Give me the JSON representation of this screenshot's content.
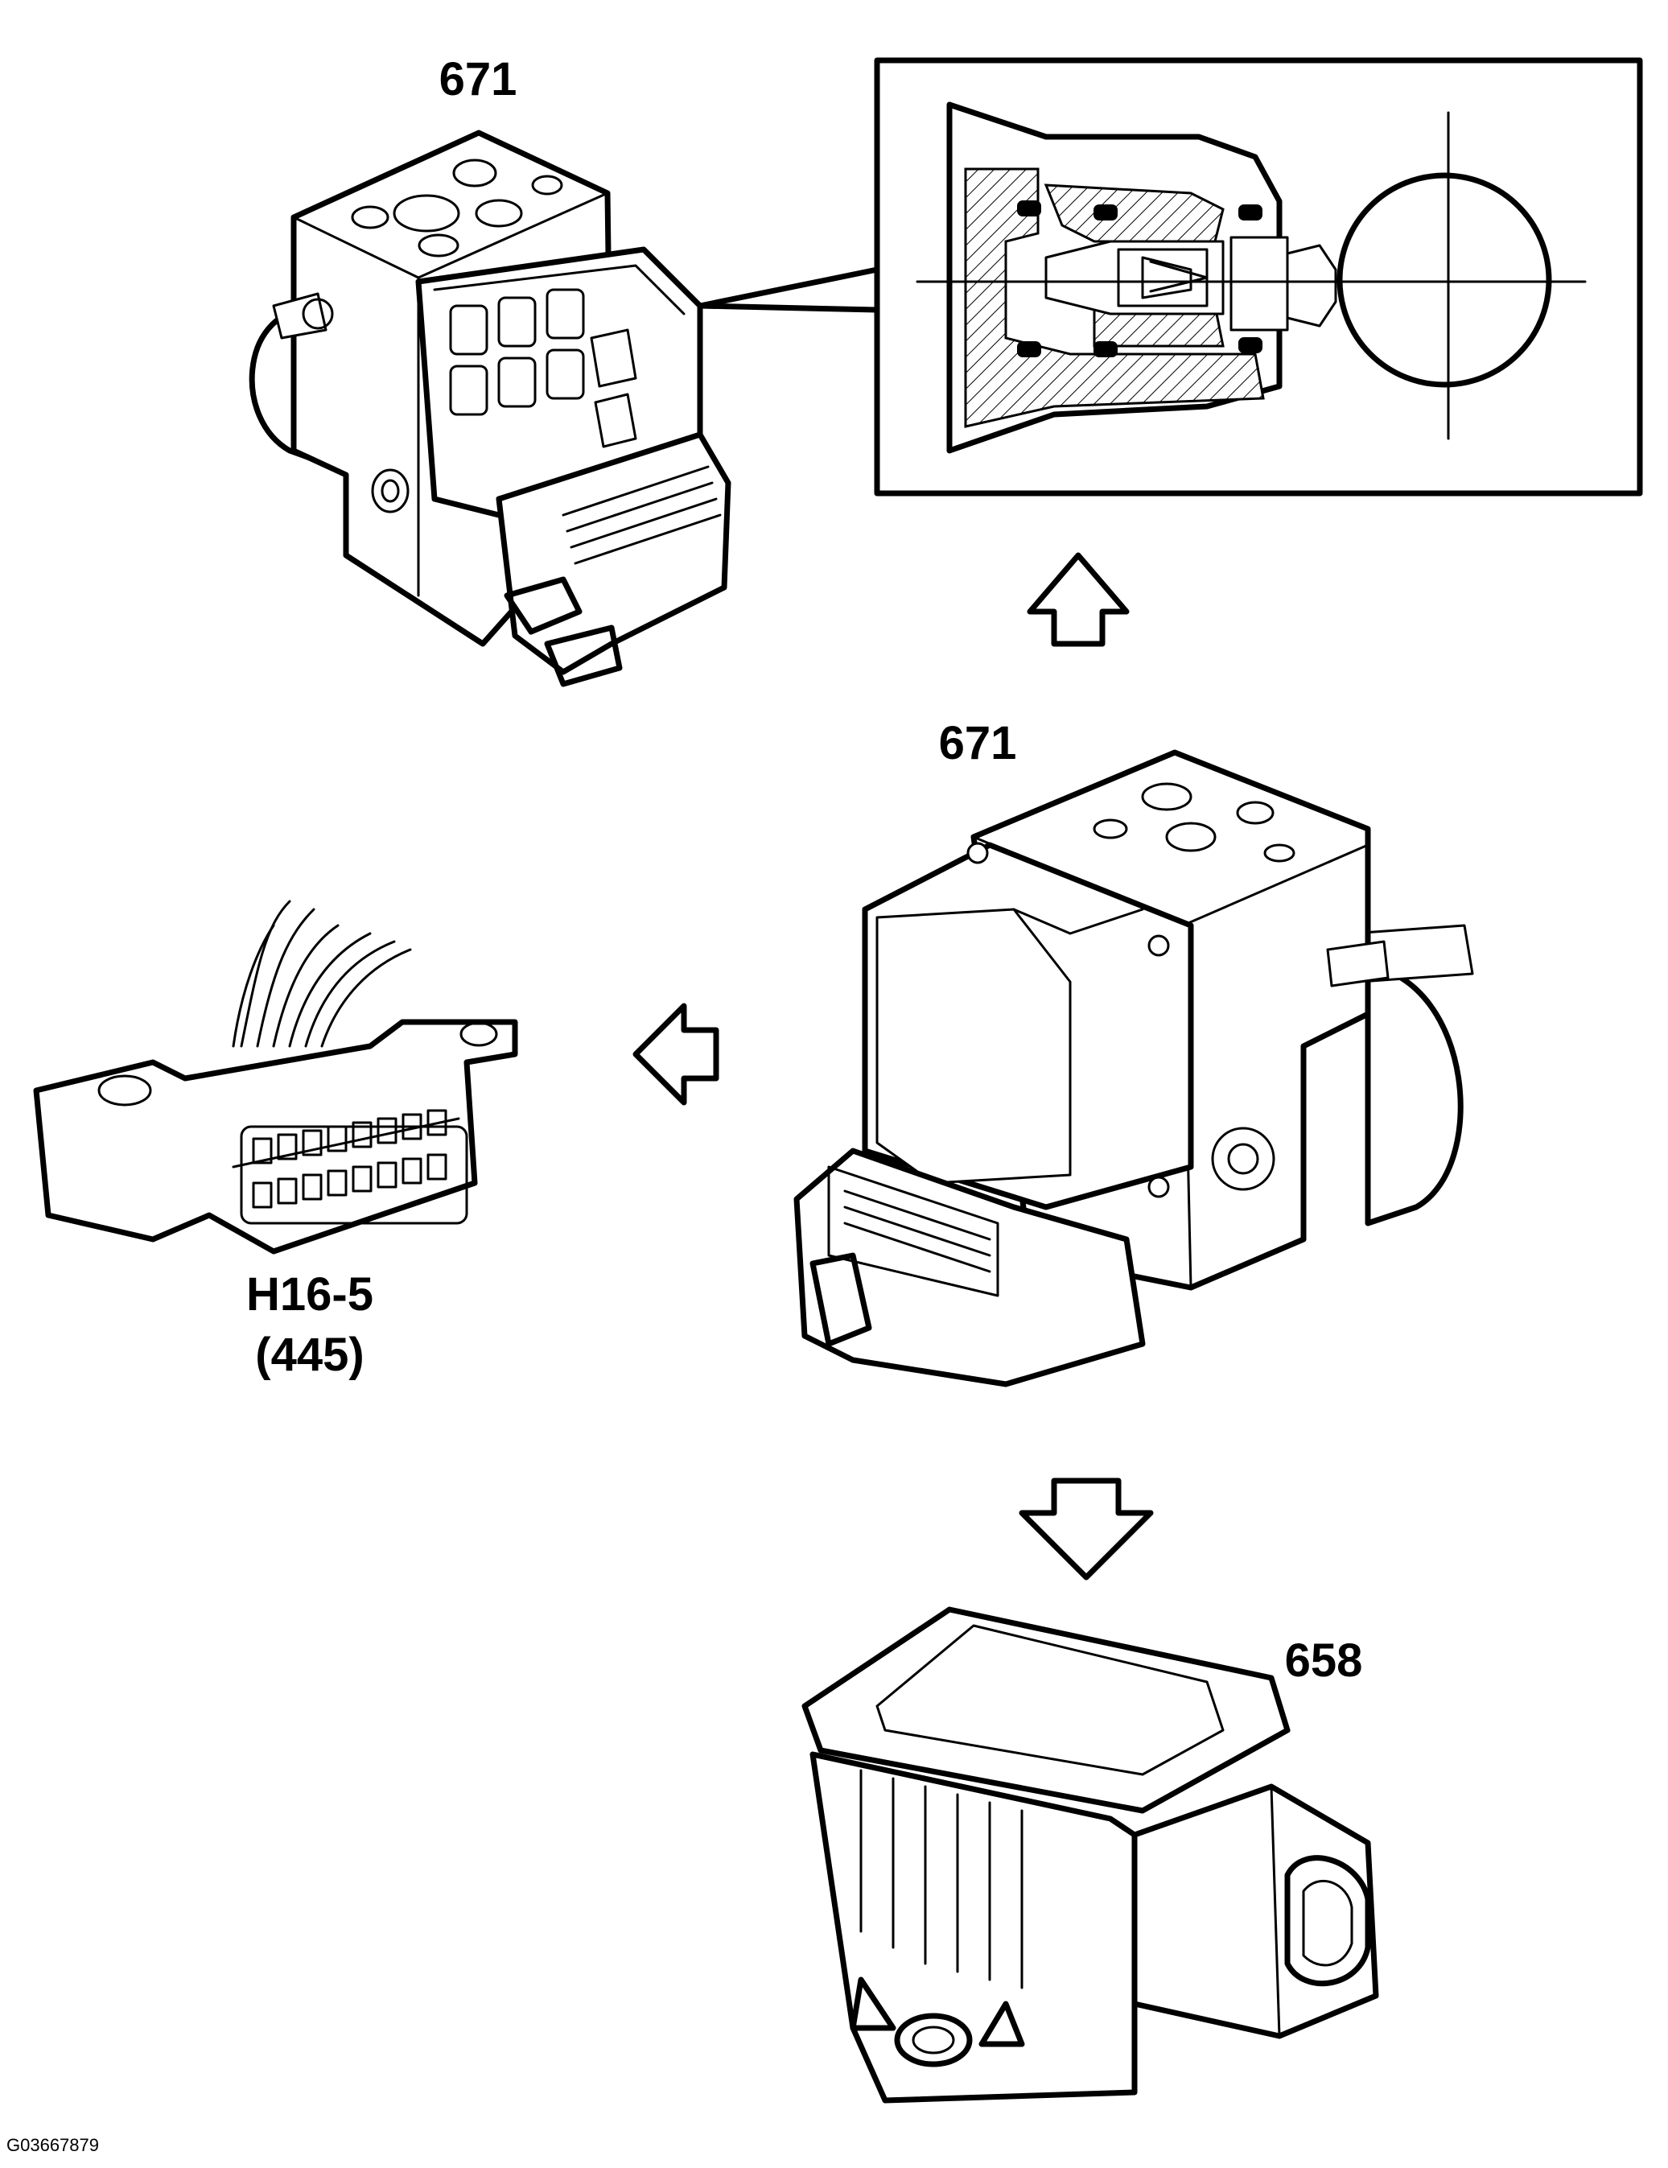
{
  "labels": {
    "module_top": "671",
    "module_middle": "671",
    "sensor": "658",
    "connector_line1": "H16-5",
    "connector_line2": "(445)"
  },
  "figure_code": "G03667879",
  "icons": [
    "abs-module-icon",
    "valve-cross-section-icon",
    "diagnostic-connector-icon",
    "yaw-rate-sensor-icon",
    "arrow-up-icon",
    "arrow-left-icon",
    "arrow-down-icon"
  ]
}
